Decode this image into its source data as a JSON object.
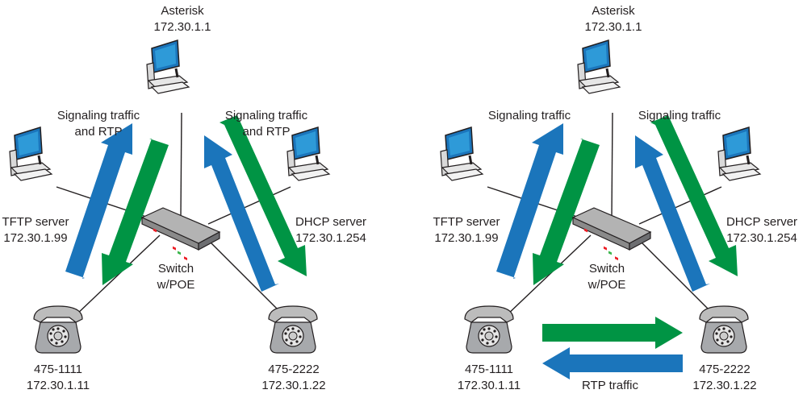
{
  "colors": {
    "signaling": "#1b75bb",
    "rtp": "#009444",
    "line": "#231f20"
  },
  "diagrams": [
    {
      "asterisk": {
        "name": "Asterisk",
        "ip": "172.30.1.1"
      },
      "tftp": {
        "name": "TFTP server",
        "ip": "172.30.1.99"
      },
      "dhcp": {
        "name": "DHCP server",
        "ip": "172.30.1.254"
      },
      "switch": {
        "line1": "Switch",
        "line2": "w/POE"
      },
      "phone1": {
        "ext": "475-1111",
        "ip": "172.30.1.11"
      },
      "phone2": {
        "ext": "475-2222",
        "ip": "172.30.1.22"
      },
      "left_traffic": {
        "line1": "Signaling traffic",
        "line2": "and RTP"
      },
      "right_traffic": {
        "line1": "Signaling traffic",
        "line2": "and RTP"
      }
    },
    {
      "asterisk": {
        "name": "Asterisk",
        "ip": "172.30.1.1"
      },
      "tftp": {
        "name": "TFTP server",
        "ip": "172.30.1.99"
      },
      "dhcp": {
        "name": "DHCP server",
        "ip": "172.30.1.254"
      },
      "switch": {
        "line1": "Switch",
        "line2": "w/POE"
      },
      "phone1": {
        "ext": "475-1111",
        "ip": "172.30.1.11"
      },
      "phone2": {
        "ext": "475-2222",
        "ip": "172.30.1.22"
      },
      "left_traffic": {
        "line1": "Signaling traffic"
      },
      "right_traffic": {
        "line1": "Signaling traffic"
      },
      "rtp_label": "RTP traffic"
    }
  ]
}
